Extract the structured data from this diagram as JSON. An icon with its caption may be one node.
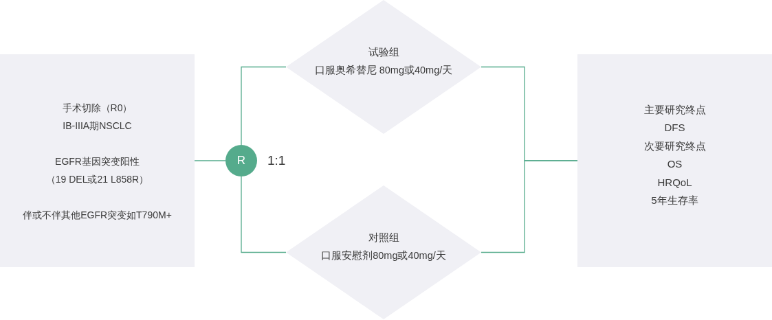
{
  "diagram": {
    "nodes": [
      {
        "text": [
          "手术切除（R0）",
          "IB-IIIA期NSCLC",
          "EGFR基因突变阳性",
          "（19 DEL或21 L858R）",
          "伴或不伴其他EGFR突变如T790M+"
        ]
      },
      {
        "text": [
          "R"
        ],
        "beside": [
          "1:1"
        ]
      },
      {
        "text": [
          "试验组",
          "口服奥希替尼 80mg或40mg/天"
        ]
      },
      {
        "text": [
          "对照组",
          "口服安慰剂80mg或40mg/天"
        ]
      },
      {
        "text": [
          "主要研究终点",
          "DFS",
          "次要研究终点",
          "OS",
          "HRQoL",
          "5年生存率"
        ]
      }
    ],
    "edges": [
      {
        "from": 0,
        "to": 1,
        "arrow": "none"
      },
      {
        "from": 1,
        "to": 2,
        "arrow": "none"
      },
      {
        "from": 1,
        "to": 3,
        "arrow": "none"
      },
      {
        "from": 2,
        "to": 4,
        "arrow": "none"
      },
      {
        "from": 3,
        "to": 4,
        "arrow": "none"
      }
    ]
  }
}
